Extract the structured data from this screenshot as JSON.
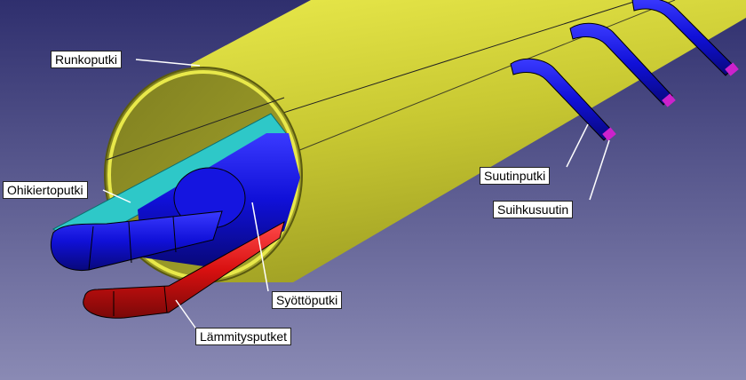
{
  "labels": {
    "runkoputki": "Runkoputki",
    "ohikiertoputki": "Ohikiertoputki",
    "syottoputki": "Syöttöputki",
    "lammitysputket": "Lämmitysputket",
    "suutinputki": "Suutinputki",
    "suihkusuutin": "Suihkusuutin"
  },
  "colors": {
    "background_top": "#2f2f6e",
    "background_bottom": "#8a8ab4",
    "main_tube": "#c8c832",
    "main_tube_inner": "#9a9a28",
    "bypass_pipe": "#2ec8c8",
    "feed_pipe": "#1010d8",
    "heating_pipes": "#d81010",
    "nozzle_tip": "#cc22cc"
  },
  "icons": {
    "main_tube": "cylinder-shape",
    "pipes": "pipe-shape",
    "nozzle": "nozzle-shape"
  }
}
